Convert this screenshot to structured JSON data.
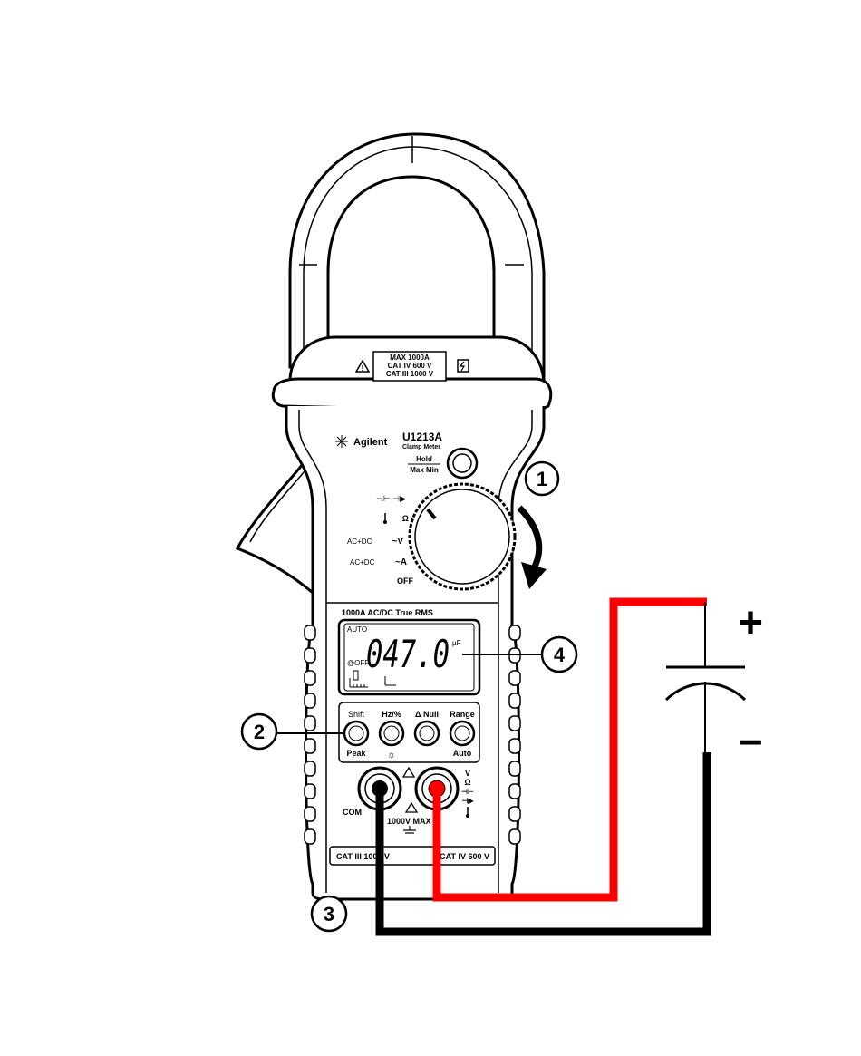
{
  "clamp_label": {
    "line1": "MAX 1000A",
    "line2": "CAT IV 600 V",
    "line3": "CAT III 1000 V"
  },
  "brand": "Agilent",
  "model": "U1213A",
  "model_sub": "Clamp Meter",
  "hold_button": {
    "top": "Hold",
    "bottom": "Max Min"
  },
  "dial": {
    "positions": [
      "OFF",
      "~A",
      "~V",
      "Ω",
      "⊣⊢ ⊣▶"
    ],
    "acdc_a": "AC+DC",
    "acdc_v": "AC+DC"
  },
  "rating": "1000A AC/DC True RMS",
  "display": {
    "auto": "AUTO",
    "reading": "047.0",
    "unit": "µF",
    "off_icon": "@OFF"
  },
  "buttons": [
    {
      "top": "Shift",
      "bottom": "Peak"
    },
    {
      "top": "Hz/%",
      "bottom": "☼"
    },
    {
      "top": "Δ Null",
      "bottom": ""
    },
    {
      "top": "Range",
      "bottom": "Auto"
    }
  ],
  "terminals": {
    "com": "COM",
    "max_voltage": "1000V MAX",
    "input_symbols": [
      "V",
      "Ω",
      "⊣⊢",
      "⊣▶",
      "🌡"
    ]
  },
  "cat_left": "CAT III 1000 V",
  "cat_right": "CAT IV 600 V",
  "callouts": [
    "1",
    "2",
    "3",
    "4"
  ],
  "polarity": {
    "plus": "+",
    "minus": "–"
  },
  "colors": {
    "red_lead": "#ff0000",
    "black_lead": "#000000"
  }
}
